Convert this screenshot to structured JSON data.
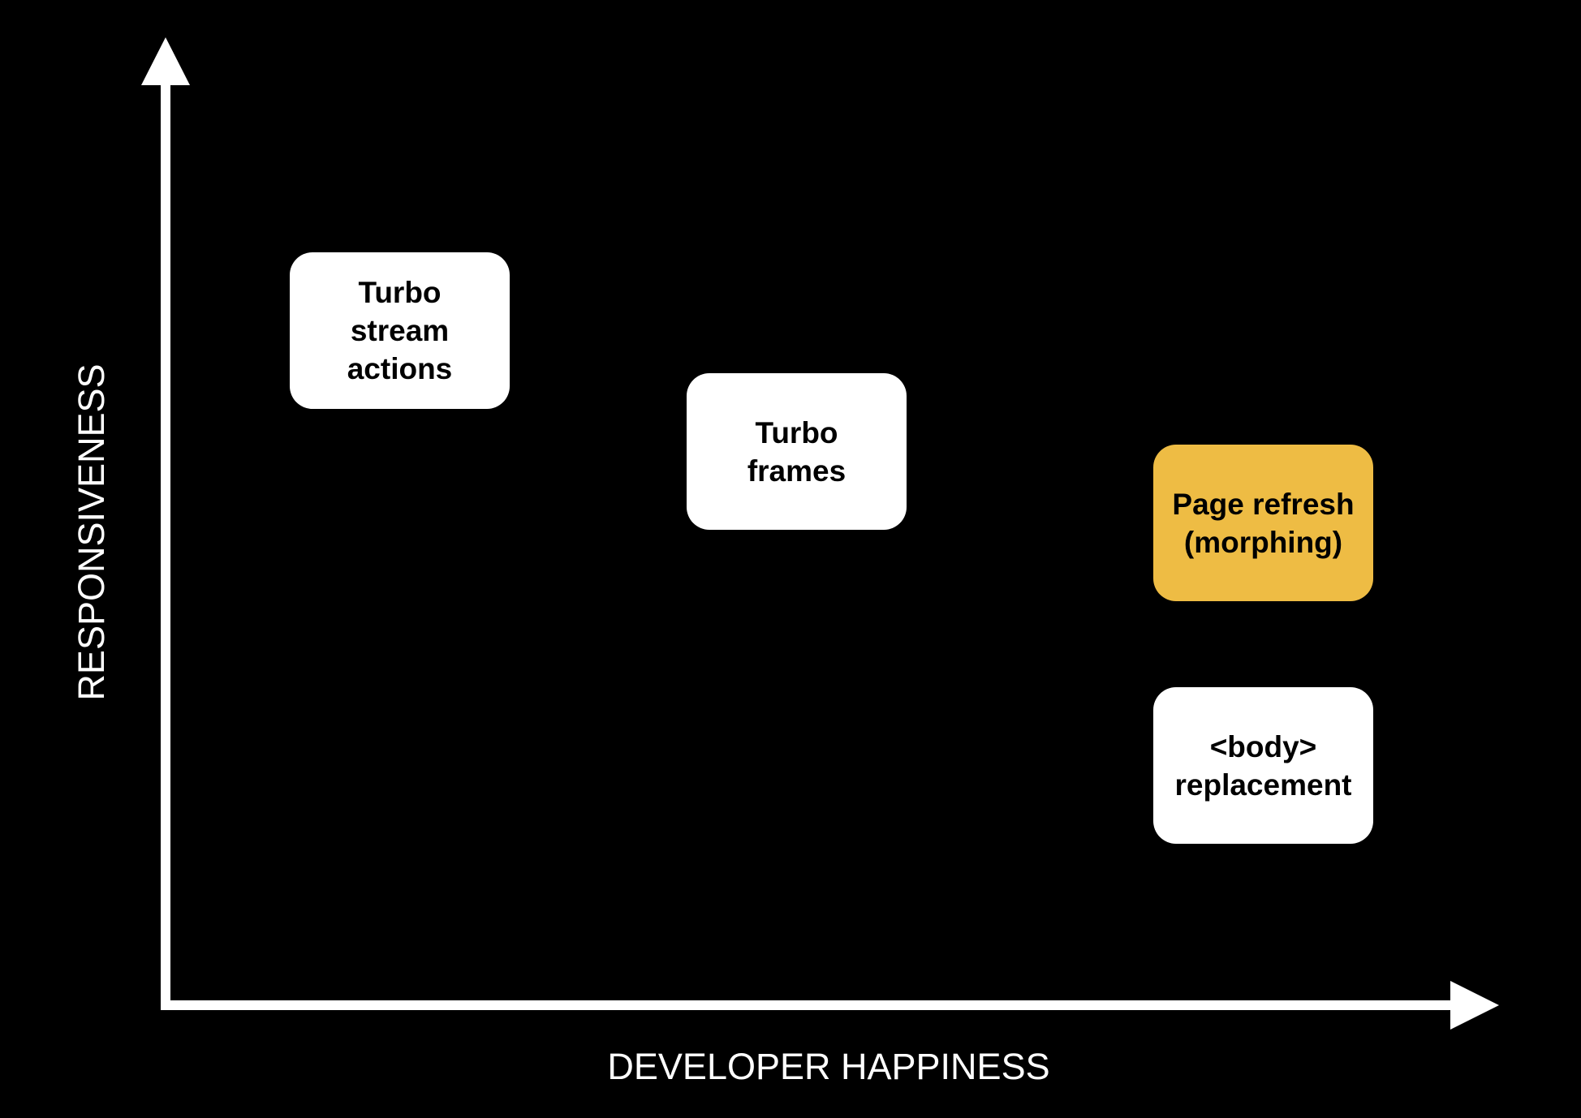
{
  "axes": {
    "x_label": "DEVELOPER HAPPINESS",
    "y_label": "RESPONSIVENESS"
  },
  "boxes": [
    {
      "lines": [
        "Turbo",
        "stream",
        "actions"
      ],
      "highlighted": false
    },
    {
      "lines": [
        "Turbo",
        "frames"
      ],
      "highlighted": false
    },
    {
      "lines": [
        "Page refresh",
        "(morphing)"
      ],
      "highlighted": true
    },
    {
      "lines": [
        "<body>",
        "replacement"
      ],
      "highlighted": false
    }
  ],
  "colors": {
    "background": "#000000",
    "box": "#FFFFFF",
    "highlight": "#EEBC44",
    "axis": "#FFFFFF"
  }
}
